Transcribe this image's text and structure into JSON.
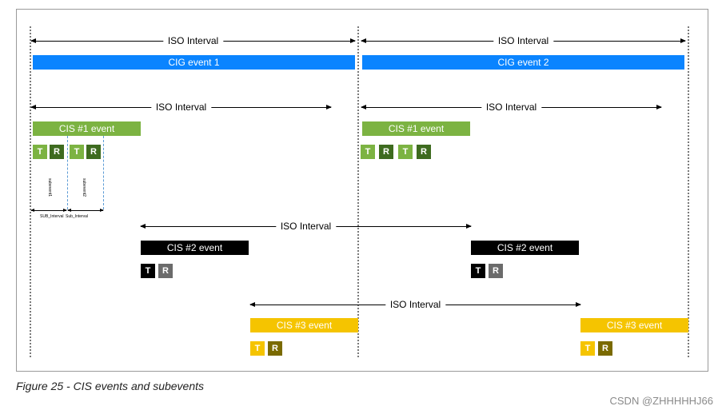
{
  "iso_interval_label": "ISO Interval",
  "cig_events": [
    "CIG event 1",
    "CIG event 2"
  ],
  "cis1_label": "CIS #1 event",
  "cis2_label": "CIS #2 event",
  "cis3_label": "CIS #3 event",
  "tx_label": "T",
  "rx_label": "R",
  "subevent_labels": [
    "subevent1",
    "subevent2"
  ],
  "sub_interval_labels": [
    "SUB_Interval",
    "Sub_Interval"
  ],
  "caption": "Figure 25 - CIS events and subevents",
  "watermark": "CSDN @ZHHHHHJ66",
  "colors": {
    "cig": "#0a84ff",
    "cis1": "#7cb342",
    "cis1_dark": "#3e6b1f",
    "cis2": "#000000",
    "cis2_dark": "#6b6b6b",
    "cis3": "#f5c400",
    "cis3_dark": "#7a6a00"
  }
}
